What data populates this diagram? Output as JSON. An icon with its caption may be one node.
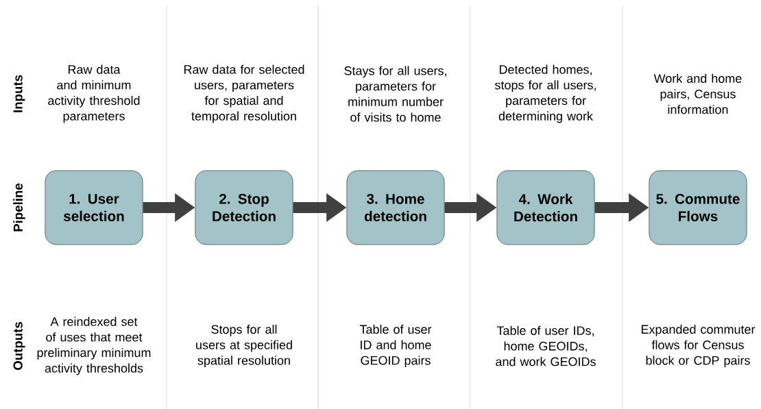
{
  "diagram": {
    "nodes": [
      {
        "text": [
          "1. User selection"
        ]
      },
      {
        "text": [
          "2. Stop Detection"
        ]
      },
      {
        "text": [
          "3. Home detection"
        ]
      },
      {
        "text": [
          "4. Work Detection"
        ]
      },
      {
        "text": [
          "5. Commute Flows"
        ]
      }
    ],
    "edges": [
      {
        "from": 0,
        "to": 1,
        "arrow": "to"
      },
      {
        "from": 1,
        "to": 2,
        "arrow": "to"
      },
      {
        "from": 2,
        "to": 3,
        "arrow": "to"
      },
      {
        "from": 3,
        "to": 4,
        "arrow": "to"
      }
    ],
    "labels": [
      "Inputs",
      "Raw data and minimum activity threshold parameters",
      "Raw data for selected users, parameters for spatial and temporal resolution",
      "Stays for all users, parameters for minimum number of visits to home",
      "Detected homes, stops for all users, parameters for determining work",
      "Work and home pairs, Census information",
      "Pipeline",
      "Outputs",
      "A reindexed set of uses that meet preliminary minimum activity thresholds",
      "Stops for all users at specified spatial resolution",
      "Table of user ID and home GEOID pairs",
      "Table of user IDs, home GEOIDs, and work GEOIDs",
      "Expanded commuter flows for Census block or CDP pairs"
    ]
  }
}
